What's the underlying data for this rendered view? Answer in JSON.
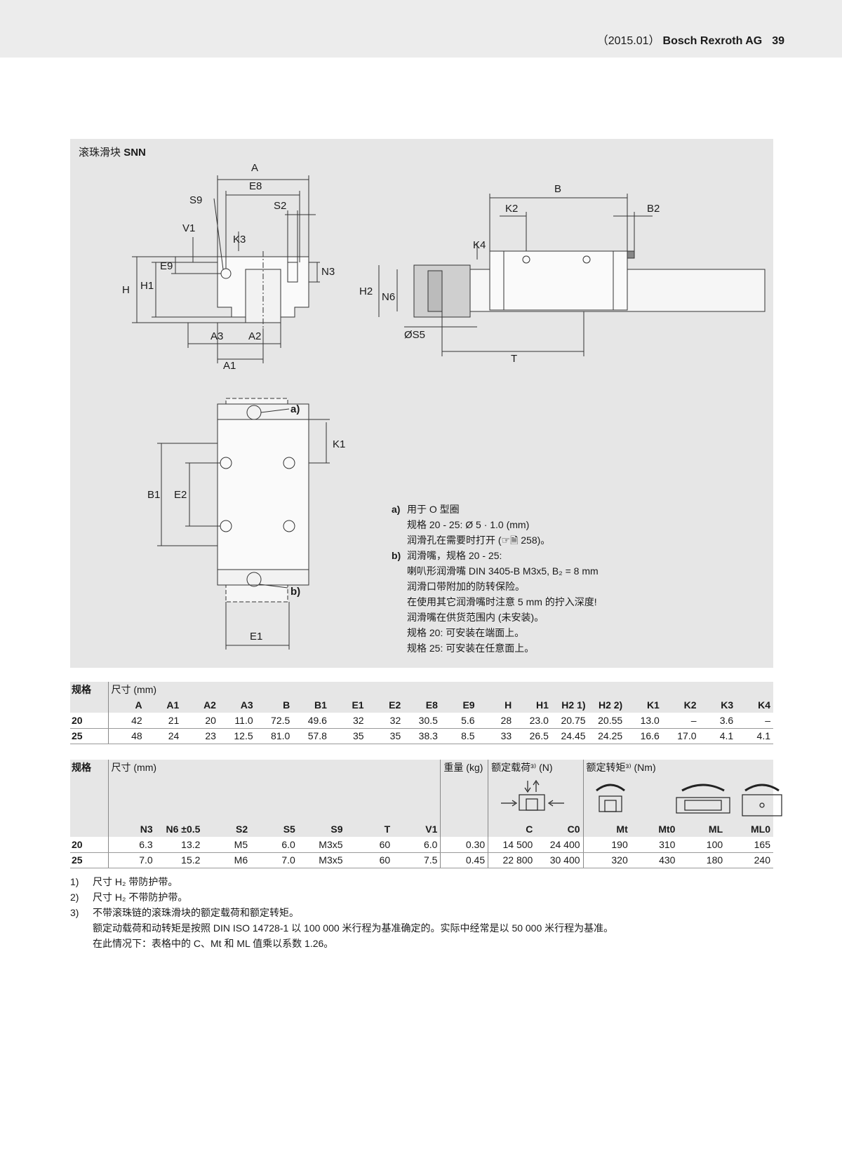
{
  "header": {
    "year": "（2015.01）",
    "company": "Bosch Rexroth AG",
    "page_number": "39"
  },
  "panel": {
    "title_cn": "滚珠滑块",
    "title_code": "SNN"
  },
  "drawing_labels": {
    "A": "A",
    "E8": "E8",
    "S9": "S9",
    "S2": "S2",
    "V1": "V1",
    "K3": "K3",
    "E9": "E9",
    "N3": "N3",
    "H": "H",
    "H1": "H1",
    "A3": "A3",
    "A2": "A2",
    "A1": "A1",
    "B": "B",
    "K2": "K2",
    "B2": "B2",
    "K4": "K4",
    "H2": "H2",
    "N6": "N6",
    "S5": "ØS5",
    "T": "T",
    "a": "a)",
    "b": "b)",
    "K1": "K1",
    "B1": "B1",
    "E2": "E2",
    "E1": "E1"
  },
  "notes": {
    "a_key": "a)",
    "a_lines": [
      "用于 O 型圈",
      "规格 20 - 25: Ø 5 · 1.0 (mm)",
      "润滑孔在需要时打开 (☞🗎 258)。"
    ],
    "b_key": "b)",
    "b_lines": [
      "润滑嘴，规格 20 - 25:",
      "喇叭形润滑嘴 DIN 3405-B M3x5, B₂ = 8 mm",
      "润滑口带附加的防转保险。",
      "在使用其它润滑嘴时注意 5 mm 的拧入深度!",
      "润滑嘴在供货范围内 (未安装)。",
      "规格 20: 可安装在端面上。",
      "规格 25: 可安装在任意面上。"
    ]
  },
  "table1": {
    "size_label": "规格",
    "dims_label": "尺寸 (mm)",
    "columns": [
      "A",
      "A1",
      "A2",
      "A3",
      "B",
      "B1",
      "E1",
      "E2",
      "E8",
      "E9",
      "H",
      "H1",
      "H2 1)",
      "H2 2)",
      "K1",
      "K2",
      "K3",
      "K4"
    ],
    "rows": [
      {
        "size": "20",
        "values": [
          "42",
          "21",
          "20",
          "11.0",
          "72.5",
          "49.6",
          "32",
          "32",
          "30.5",
          "5.6",
          "28",
          "23.0",
          "20.75",
          "20.55",
          "13.0",
          "–",
          "3.6",
          "–"
        ]
      },
      {
        "size": "25",
        "values": [
          "48",
          "24",
          "23",
          "12.5",
          "81.0",
          "57.8",
          "35",
          "35",
          "38.3",
          "8.5",
          "33",
          "26.5",
          "24.45",
          "24.25",
          "16.6",
          "17.0",
          "4.1",
          "4.1"
        ]
      }
    ]
  },
  "table2": {
    "size_label": "规格",
    "dims_label": "尺寸 (mm)",
    "weight_label": "重量 (kg)",
    "load_label": "额定载荷³⁾ (N)",
    "moment_label": "额定转矩³⁾ (Nm)",
    "columns": [
      "N3",
      "N6 ±0.5",
      "S2",
      "S5",
      "S9",
      "T",
      "V1",
      "",
      "C",
      "C0",
      "Mt",
      "Mt0",
      "ML",
      "ML0"
    ],
    "rows": [
      {
        "size": "20",
        "values": [
          "6.3",
          "13.2",
          "M5",
          "6.0",
          "M3x5",
          "60",
          "6.0",
          "0.30",
          "14 500",
          "24 400",
          "190",
          "310",
          "100",
          "165"
        ]
      },
      {
        "size": "25",
        "values": [
          "7.0",
          "15.2",
          "M6",
          "7.0",
          "M3x5",
          "60",
          "7.5",
          "0.45",
          "22 800",
          "30 400",
          "320",
          "430",
          "180",
          "240"
        ]
      }
    ]
  },
  "footnotes": {
    "f1_key": "1)",
    "f1": "尺寸 H₂ 带防护带。",
    "f2_key": "2)",
    "f2": "尺寸 H₂ 不带防护带。",
    "f3_key": "3)",
    "f3": "不带滚珠链的滚珠滑块的额定载荷和额定转矩。",
    "f3_l2": "额定动载荷和动转矩是按照 DIN ISO 14728-1 以 100 000 米行程为基准确定的。实际中经常是以 50 000 米行程为基准。",
    "f3_l3": "在此情况下：表格中的 C、Mt 和 ML 值乘以系数 1.26。"
  },
  "colors": {
    "panel_bg": "#e6e6e6",
    "header_bg": "#ececec",
    "line": "#333333"
  }
}
